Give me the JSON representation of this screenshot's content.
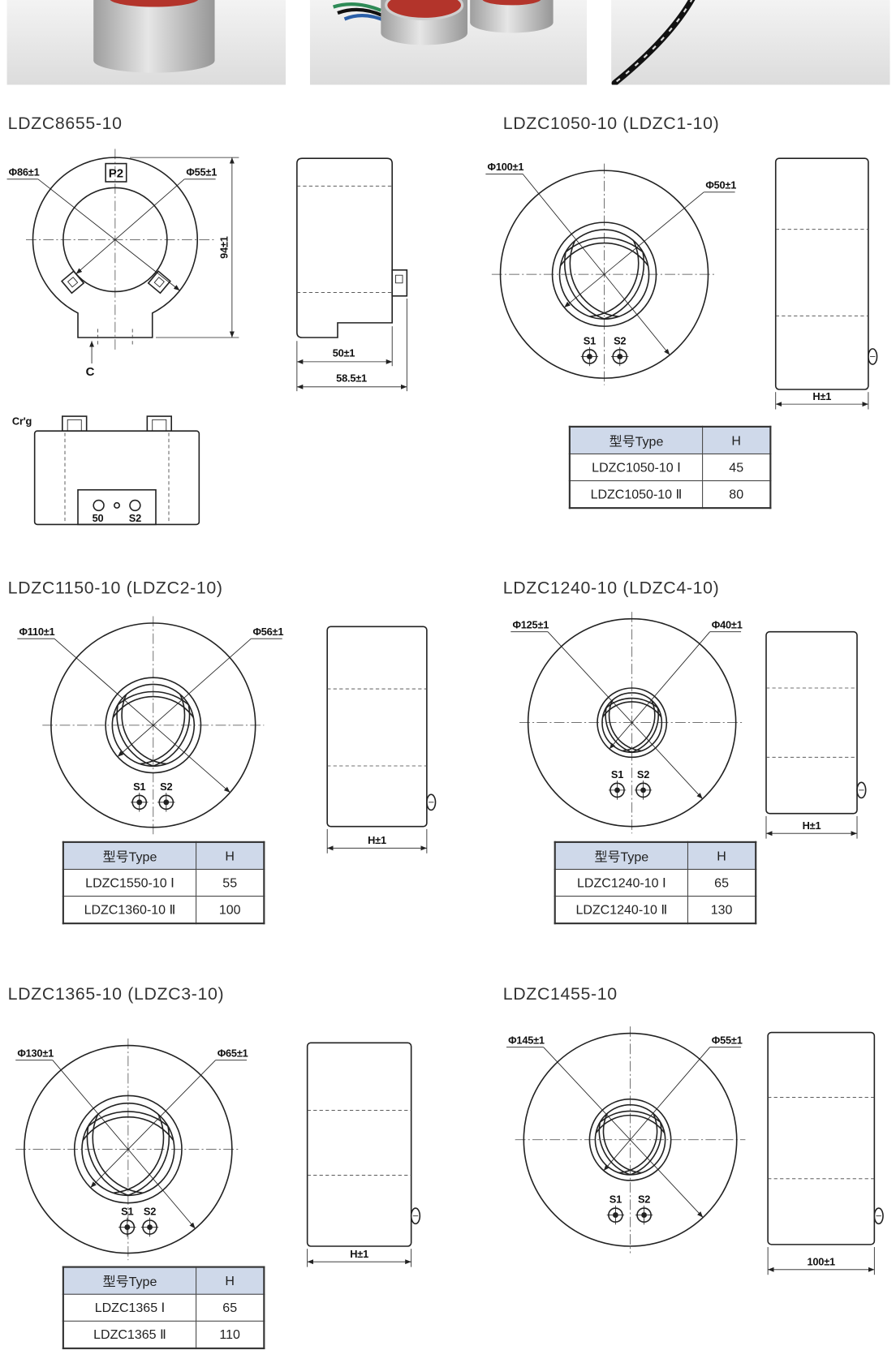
{
  "colors": {
    "line": "#222222",
    "table_header": "#cfd9ea",
    "table_border": "#333333",
    "coil_red": "#b3342b",
    "photo_bg": "#e4e4e4"
  },
  "sections": [
    {
      "title": "LDZC8655-10",
      "front": {
        "outer_dia": "Φ86±1",
        "inner_dia": "Φ55±1",
        "marker": "P2",
        "height_dim": "94±1",
        "view_arrow": "C"
      },
      "side": {
        "body_dim": "50±1",
        "overall_dim": "58.5±1"
      },
      "bottom": {
        "label": "Cr'g",
        "terminal_left": "50",
        "terminal_right": "S2"
      }
    },
    {
      "title": "LDZC1050-10 (LDZC1-10)",
      "front": {
        "outer_dia": "Φ100±1",
        "inner_dia": "Φ50±1",
        "terminal_left": "S1",
        "terminal_right": "S2"
      },
      "side": {
        "height_dim": "H±1"
      },
      "table": {
        "headers": [
          "型号Type",
          "H"
        ],
        "rows": [
          [
            "LDZC1050-10 Ⅰ",
            "45"
          ],
          [
            "LDZC1050-10 Ⅱ",
            "80"
          ]
        ]
      }
    },
    {
      "title": "LDZC1150-10 (LDZC2-10)",
      "front": {
        "outer_dia": "Φ110±1",
        "inner_dia": "Φ56±1",
        "terminal_left": "S1",
        "terminal_right": "S2"
      },
      "side": {
        "height_dim": "H±1"
      },
      "table": {
        "headers": [
          "型号Type",
          "H"
        ],
        "rows": [
          [
            "LDZC1550-10 Ⅰ",
            "55"
          ],
          [
            "LDZC1360-10 Ⅱ",
            "100"
          ]
        ]
      }
    },
    {
      "title": "LDZC1240-10 (LDZC4-10)",
      "front": {
        "outer_dia": "Φ125±1",
        "inner_dia": "Φ40±1",
        "terminal_left": "S1",
        "terminal_right": "S2"
      },
      "side": {
        "height_dim": "H±1"
      },
      "table": {
        "headers": [
          "型号Type",
          "H"
        ],
        "rows": [
          [
            "LDZC1240-10 Ⅰ",
            "65"
          ],
          [
            "LDZC1240-10 Ⅱ",
            "130"
          ]
        ]
      }
    },
    {
      "title": "LDZC1365-10 (LDZC3-10)",
      "front": {
        "outer_dia": "Φ130±1",
        "inner_dia": "Φ65±1",
        "terminal_left": "S1",
        "terminal_right": "S2"
      },
      "side": {
        "height_dim": "H±1"
      },
      "table": {
        "headers": [
          "型号Type",
          "H"
        ],
        "rows": [
          [
            "LDZC1365 Ⅰ",
            "65"
          ],
          [
            "LDZC1365 Ⅱ",
            "110"
          ]
        ]
      }
    },
    {
      "title": "LDZC1455-10",
      "front": {
        "outer_dia": "Φ145±1",
        "inner_dia": "Φ55±1",
        "terminal_left": "S1",
        "terminal_right": "S2"
      },
      "side": {
        "height_dim": "100±1"
      }
    }
  ]
}
